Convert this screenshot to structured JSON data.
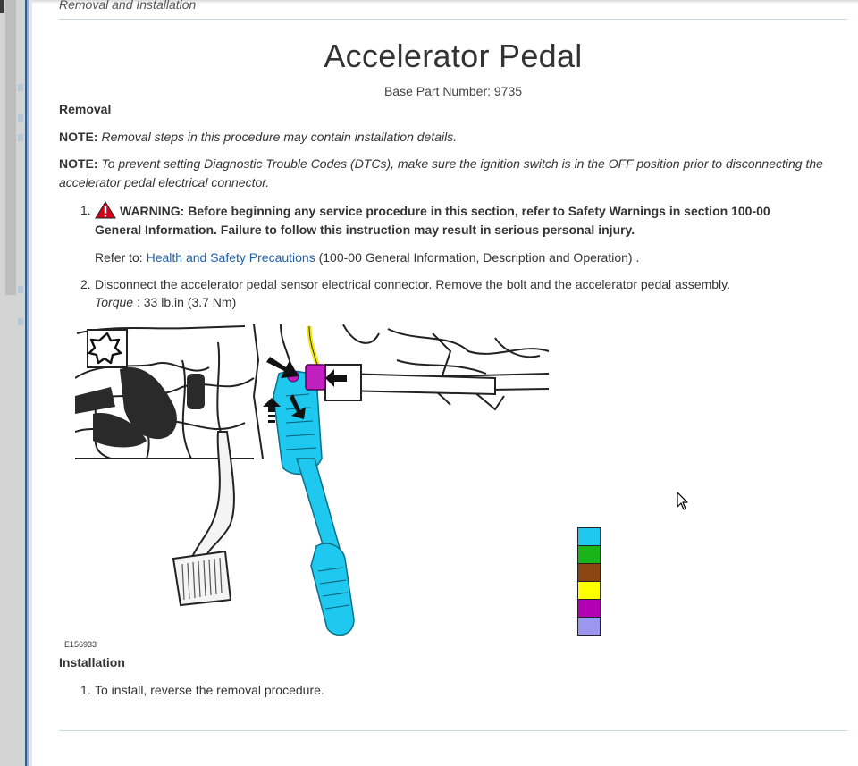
{
  "doc": {
    "section_header": "Removal and Installation",
    "title": "Accelerator Pedal",
    "part_number": "Base Part Number: 9735"
  },
  "removal": {
    "heading": "Removal",
    "note1_label": "NOTE:",
    "note1_text": "Removal steps in this procedure may contain installation details.",
    "note2_label": "NOTE:",
    "note2_text": "To prevent setting Diagnostic Trouble Codes (DTCs), make sure the ignition switch is in the OFF position prior to disconnecting the accelerator pedal electrical connector.",
    "steps": [
      {
        "num": "1.",
        "warning": "WARNING: Before beginning any service procedure in this section, refer to Safety Warnings in section 100-00 General Information. Failure to follow this instruction may result in serious personal injury.",
        "refer_prefix": "Refer to:",
        "refer_link": "Health and Safety Precautions",
        "refer_suffix": "(100-00 General Information, Description and Operation) ."
      },
      {
        "num": "2.",
        "text": "Disconnect the accelerator pedal sensor electrical connector. Remove the bolt and the accelerator pedal assembly.",
        "torque_label": "Torque",
        "torque_value": ": 33 lb.in (3.7 Nm)"
      }
    ]
  },
  "figure": {
    "id": "E156933",
    "legend_colors": [
      "#1fc8ee",
      "#18b418",
      "#8b4513",
      "#ffff00",
      "#b400b4",
      "#9b96ee"
    ]
  },
  "installation": {
    "heading": "Installation",
    "steps": [
      {
        "num": "1.",
        "text": "To install, reverse the removal procedure."
      }
    ]
  },
  "colors": {
    "link": "#1f5fa8",
    "part_cyan": "#1fc8ee",
    "connector_magenta": "#c020c0",
    "wire_yellow": "#f2e600",
    "warning_red": "#d0021b"
  }
}
